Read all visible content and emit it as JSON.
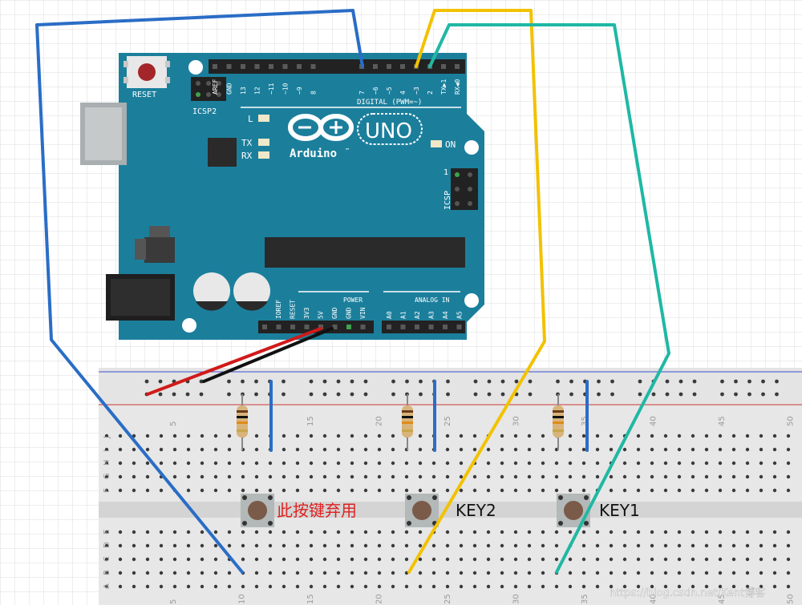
{
  "board": {
    "reset_label": "RESET",
    "icsp2_label": "ICSP2",
    "icsp_label": "ICSP",
    "icsp_pin1": "1",
    "digital_header_label": "DIGITAL (PWM=~)",
    "digital_pins": [
      "AREF",
      "GND",
      "13",
      "12",
      "~11",
      "~10",
      "~9",
      "8",
      "7",
      "~6",
      "~5",
      "4",
      "~3",
      "2",
      "TX▶1",
      "RX◀0"
    ],
    "led_l": "L",
    "led_tx": "TX",
    "led_rx": "RX",
    "led_on": "ON",
    "brand": "Arduino",
    "tm": "™",
    "model": "UNO",
    "power_label": "POWER",
    "power_pins": [
      "IOREF",
      "RESET",
      "3V3",
      "5V",
      "GND",
      "GND",
      "VIN"
    ],
    "analog_label": "ANALOG IN",
    "analog_pins": [
      "A0",
      "A1",
      "A2",
      "A3",
      "A4",
      "A5"
    ]
  },
  "breadboard": {
    "col_numbers": [
      "5",
      "10",
      "15",
      "20",
      "25",
      "30",
      "35",
      "40",
      "45",
      "50"
    ],
    "row_letters_top": [
      "J",
      "I",
      "H",
      "G",
      "F"
    ],
    "row_letters_bottom": [
      "E",
      "D",
      "C",
      "B",
      "A"
    ]
  },
  "annotations": {
    "button1_label": "此按键弃用",
    "button2_label": "KEY2",
    "button3_label": "KEY1"
  },
  "colors": {
    "board": "#1b7f9c",
    "wire_blue": "#2a6dc6",
    "wire_yellow": "#f2c200",
    "wire_teal": "#1fb8a4",
    "wire_red": "#d11a1a",
    "wire_black": "#111111",
    "label_red": "#e02020"
  },
  "watermark": "https://blog.csdn.net/Kent博客"
}
